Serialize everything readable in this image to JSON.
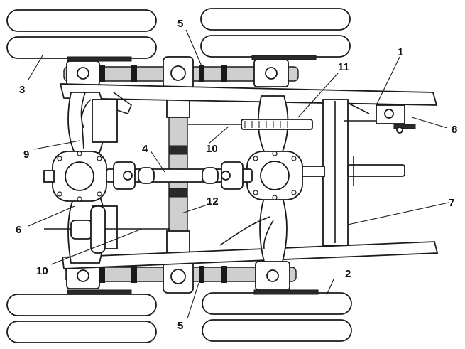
{
  "diagram": {
    "callouts": [
      "1",
      "2",
      "3",
      "4",
      "5",
      "5",
      "6",
      "7",
      "8",
      "9",
      "10",
      "10",
      "11",
      "12"
    ]
  }
}
